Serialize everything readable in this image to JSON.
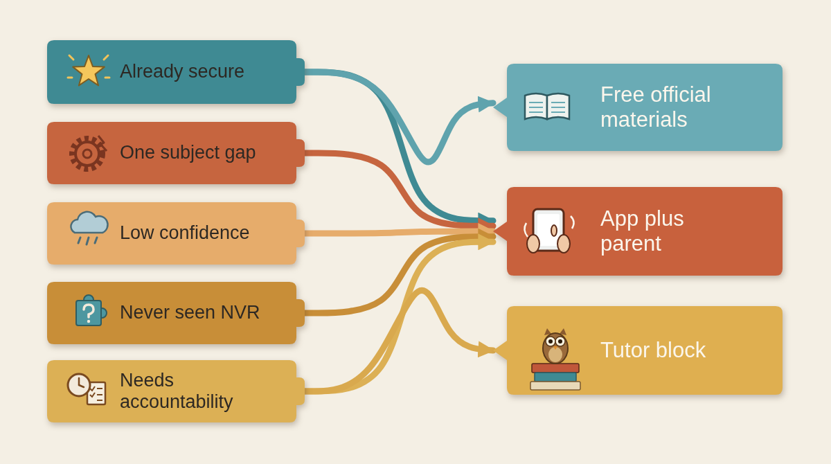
{
  "diagram": {
    "nodes": [
      {
        "text": [
          "Already secure"
        ]
      },
      {
        "text": [
          "One subject gap"
        ]
      },
      {
        "text": [
          "Low confidence"
        ]
      },
      {
        "text": [
          "Never seen NVR"
        ]
      },
      {
        "text": [
          "Needs accountability"
        ]
      },
      {
        "text": [
          "Free official materials"
        ]
      },
      {
        "text": [
          "App plus parent"
        ]
      },
      {
        "text": [
          "Tutor block"
        ]
      }
    ],
    "edges": [
      {
        "from": 0,
        "to": 6,
        "arrow": "to"
      },
      {
        "from": 0,
        "to": 5,
        "arrow": "to"
      },
      {
        "from": 1,
        "to": 6,
        "arrow": "to"
      },
      {
        "from": 2,
        "to": 6,
        "arrow": "to"
      },
      {
        "from": 3,
        "to": 6,
        "arrow": "to"
      },
      {
        "from": 4,
        "to": 6,
        "arrow": "to"
      },
      {
        "from": 4,
        "to": 7,
        "arrow": "to"
      }
    ]
  }
}
